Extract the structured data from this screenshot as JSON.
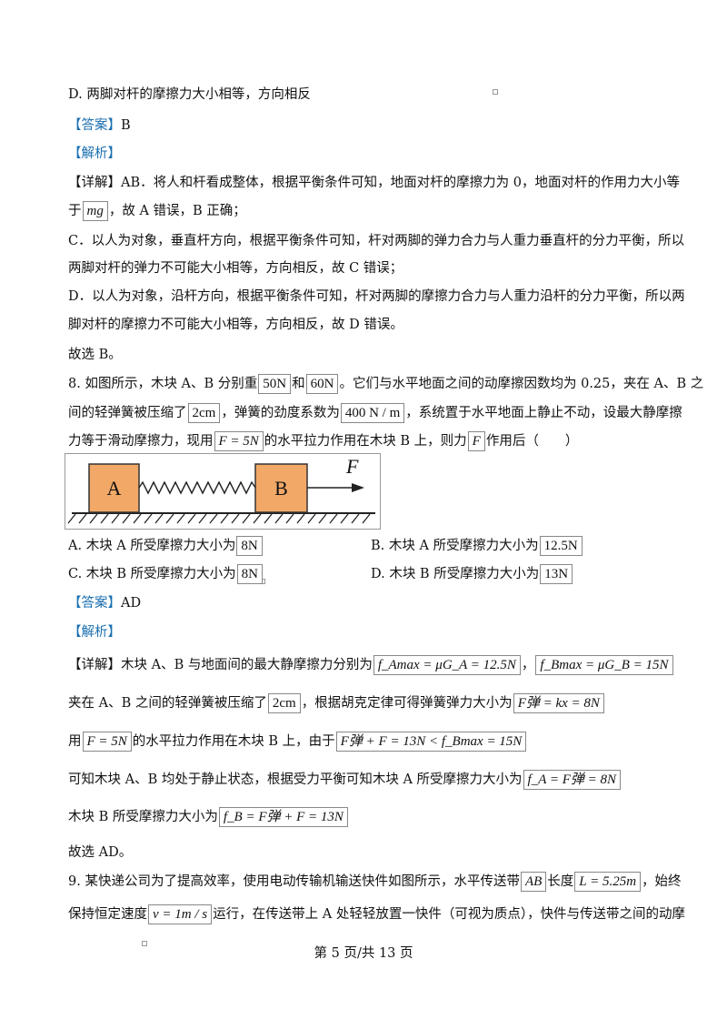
{
  "q7": {
    "option_d": "D. 两脚对杆的摩擦力大小相等，方向相反",
    "answer_label": "【答案】",
    "answer": "B",
    "analysis_label": "【解析】",
    "detail_label": "【详解】",
    "detail_1": "AB．将人和杆看成整体，根据平衡条件可知，地面对杆的摩擦力为 0，地面对杆的作用力大小等",
    "detail_2_pre": "于",
    "detail_2_formula": "mg",
    "detail_2_post": "，故 A 错误，B 正确；",
    "detail_3": "C．以人为对象，垂直杆方向，根据平衡条件可知，杆对两脚的弹力合力与人重力垂直杆的分力平衡，所以",
    "detail_4": "两脚对杆的弹力不可能大小相等，方向相反，故 C 错误；",
    "detail_5": "D．以人为对象，沿杆方向，根据平衡条件可知，杆对两脚的摩擦力合力与人重力沿杆的分力平衡，所以两",
    "detail_6": "脚对杆的摩擦力不可能大小相等，方向相反，故 D 错误。",
    "conclusion": "故选 B。"
  },
  "q8": {
    "stem_1_a": "8. 如图所示，木块 A、B 分别重",
    "f_50n": "50N",
    "stem_1_b": "和",
    "f_60n": "60N",
    "stem_1_c": "。它们与水平地面之间的动摩擦因数均为 0.25，夹在 A、B 之",
    "stem_2_a": "间的轻弹簧被压缩了",
    "f_2cm": "2cm",
    "stem_2_b": "，弹簧的劲度系数为",
    "f_k": "400 N / m",
    "stem_2_c": "，系统置于水平地面上静止不动，设最大静摩擦",
    "stem_3_a": "力等于滑动摩擦力，现用",
    "f_F5": "F = 5N",
    "stem_3_b": "的水平拉力作用在木块 B 上，则力",
    "f_F": "F",
    "stem_3_c": "作用后（　　）",
    "figure": {
      "block_a": "A",
      "block_b": "B",
      "force_label": "F"
    },
    "option_a_text": "A. 木块 A 所受摩擦力大小为",
    "option_a_val": "8N",
    "option_b_text": "B. 木块 A 所受摩擦力大小为",
    "option_b_val": "12.5N",
    "option_c_text": "C. 木块 B 所受摩擦力大小为",
    "option_c_val": "8N",
    "option_d_text": "D. 木块 B 所受摩擦力大小为",
    "option_d_val": "13N",
    "answer_label": "【答案】",
    "answer": "AD",
    "analysis_label": "【解析】",
    "detail_label": "【详解】",
    "d1_text": "木块 A、B 与地面间的最大静摩擦力分别为",
    "d1_f1": "f_Amax = μG_A = 12.5N",
    "d1_sep": "，",
    "d1_f2": "f_Bmax = μG_B = 15N",
    "d2_text": "夹在 A、B 之间的轻弹簧被压缩了",
    "d2_f1": "2cm",
    "d2_text2": "，根据胡克定律可得弹簧弹力大小为",
    "d2_f2": "F弹 = kx = 8N",
    "d3_text": "用",
    "d3_f1": "F = 5N",
    "d3_text2": "的水平拉力作用在木块 B 上，由于",
    "d3_f2": "F弹 + F = 13N < f_Bmax = 15N",
    "d4_text": "可知木块 A、B 均处于静止状态，根据受力平衡可知木块 A 所受摩擦力大小为",
    "d4_f1": "f_A = F弹 = 8N",
    "d5_text": "木块 B 所受摩擦力大小为",
    "d5_f1": "f_B = F弹 + F = 13N",
    "conclusion": "故选 AD。"
  },
  "q9": {
    "stem_1_a": "9. 某快递公司为了提高效率，使用电动传输机输送快件如图所示，水平传送带",
    "f_ab": "AB",
    "stem_1_b": "长度",
    "f_L": "L = 5.25m",
    "stem_1_c": "，始终",
    "stem_2_a": "保持恒定速度",
    "f_v": "v = 1m / s",
    "stem_2_b": "运行，在传送带上 A 处轻轻放置一快件（可视为质点），快件与传送带之间的动摩"
  },
  "footer": "第 5 页/共 13 页"
}
